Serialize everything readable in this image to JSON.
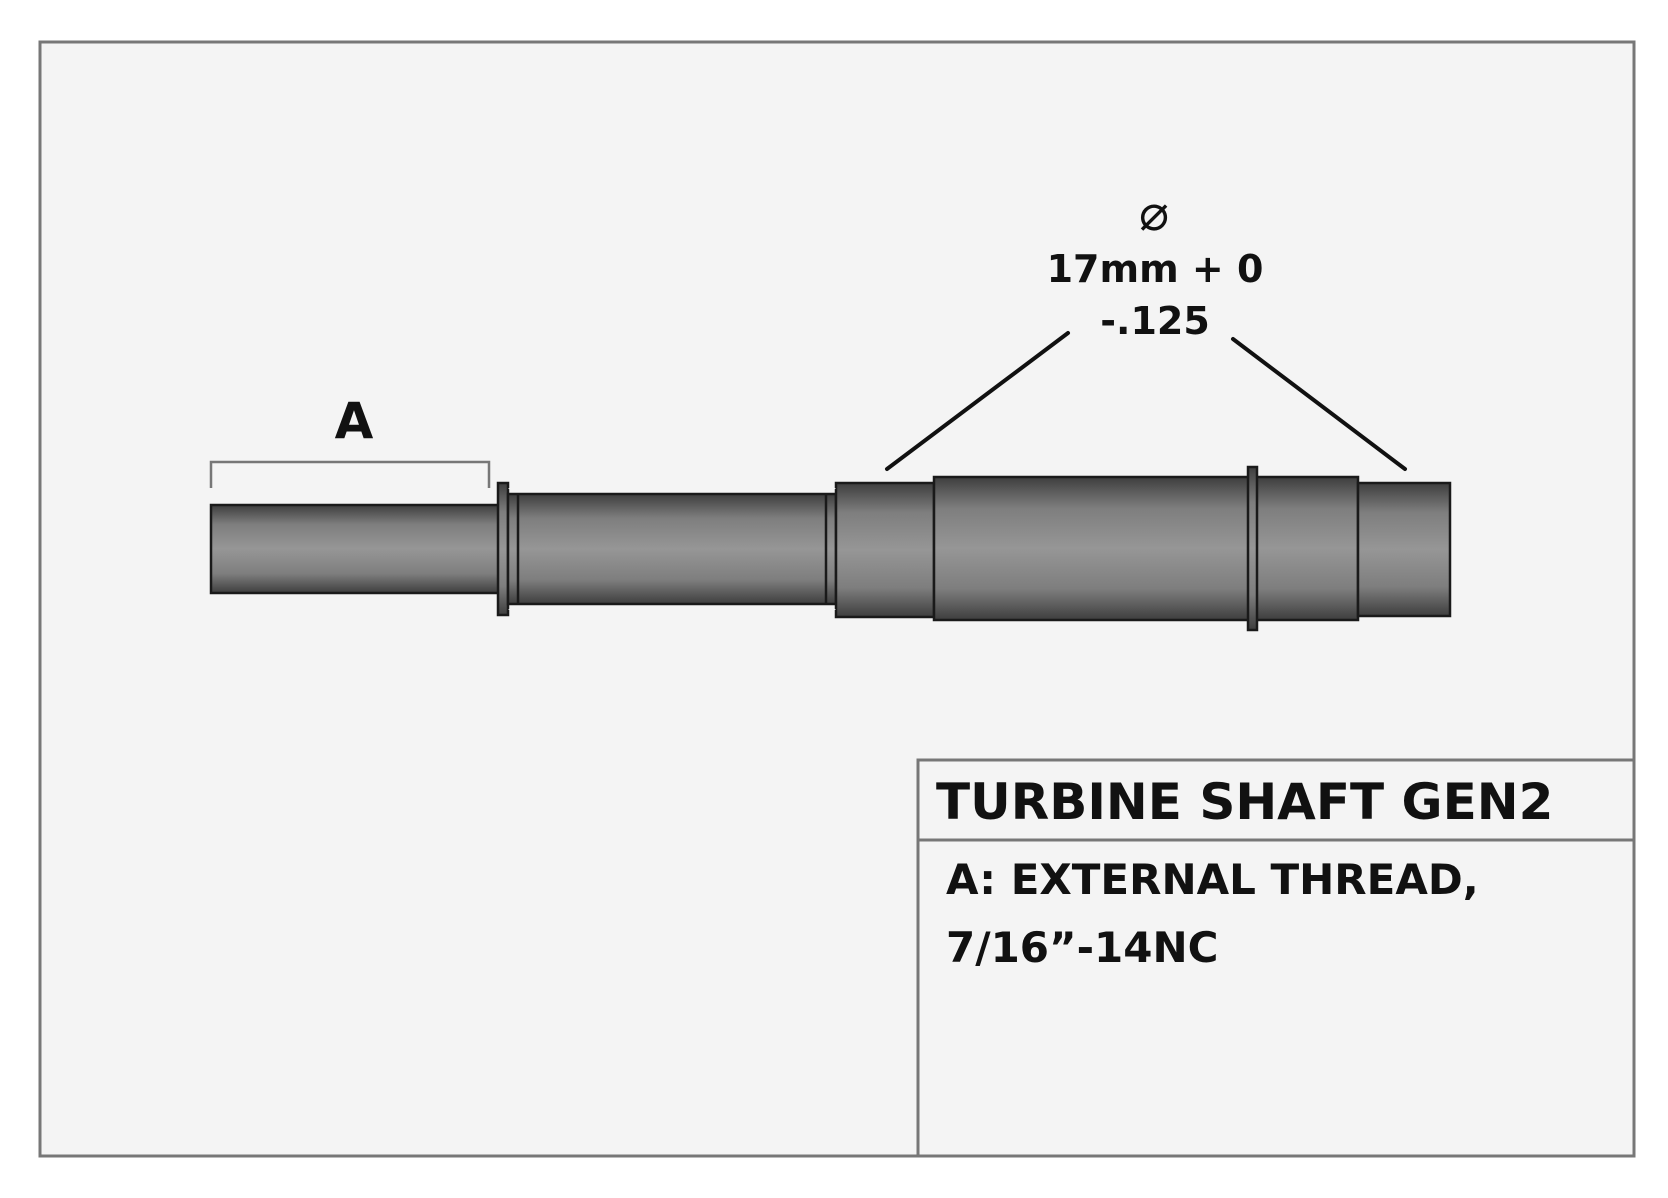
{
  "drawing": {
    "region_a_label": "A",
    "diameter_symbol": "⌀",
    "diameter_value": "17mm + 0",
    "diameter_tolerance": "-.125"
  },
  "title_block": {
    "title": "TURBINE SHAFT GEN2",
    "note_line_1": "A: EXTERNAL THREAD,",
    "note_line_2": "7/16”-14NC"
  },
  "colors": {
    "sheet_background": "#f4f4f4",
    "border": "#777777",
    "shaft_dark": "#3c3c3c",
    "shaft_light": "#959595",
    "ink": "#111111"
  }
}
